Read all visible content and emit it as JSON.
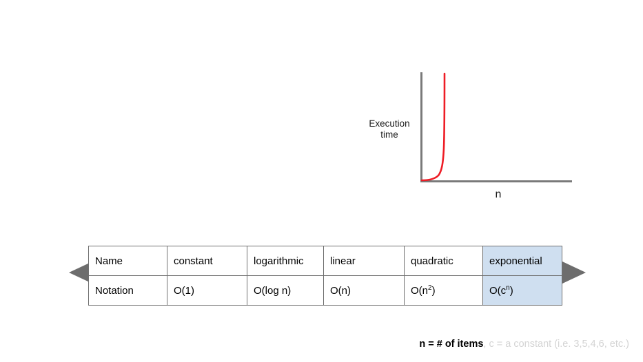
{
  "chart": {
    "ylabel": "Execution\ntime",
    "xlabel": "n",
    "curve_color": "#ee1c25",
    "axis_color": "#7a7a7a"
  },
  "chart_data": {
    "type": "line",
    "title": "",
    "xlabel": "n",
    "ylabel": "Execution time",
    "series": [
      {
        "name": "exponential",
        "color": "#ee1c25",
        "x": [
          0,
          0.1,
          0.2,
          0.3,
          0.4,
          0.5,
          0.6,
          0.7,
          0.8,
          0.85,
          0.9,
          0.95,
          1.0
        ],
        "y": [
          0.0,
          0.003,
          0.008,
          0.018,
          0.035,
          0.07,
          0.13,
          0.24,
          0.45,
          0.6,
          0.75,
          0.9,
          1.0
        ]
      }
    ],
    "xlim": [
      0,
      7.3
    ],
    "ylim": [
      0,
      1
    ],
    "grid": false,
    "legend": "none",
    "axis_ticks": []
  },
  "table": {
    "columns": [
      "Name",
      "constant",
      "logarithmic",
      "linear",
      "quadratic",
      "exponential"
    ],
    "rows": [
      {
        "label": "Name",
        "cells": [
          "Name",
          "constant",
          "logarithmic",
          "linear",
          "quadratic",
          "exponential"
        ]
      },
      {
        "label": "Notation",
        "cells": [
          "Notation",
          "O(1)",
          "O(log n)",
          "O(n)",
          "O(n²)",
          "O(cⁿ)"
        ]
      }
    ],
    "notation_plain": [
      "Notation",
      "O(1)",
      "O(log n)",
      "O(n)",
      "O(n",
      "O(c"
    ],
    "notation_sup": [
      "",
      "",
      "",
      "",
      "2",
      "n"
    ],
    "highlight_column": "exponential",
    "highlight_color": "#cfdff0",
    "border_color": "#6f6f6f"
  },
  "arrow": {
    "color": "#6d6d6d",
    "direction": "double",
    "meaning": "increasing-complexity-axis"
  },
  "footnote": {
    "strong_text": "n = # of items",
    "faded_text": ", c = a constant (i.e. 3,5,4,6, etc.)",
    "faded_color": "#d4d4d4"
  }
}
